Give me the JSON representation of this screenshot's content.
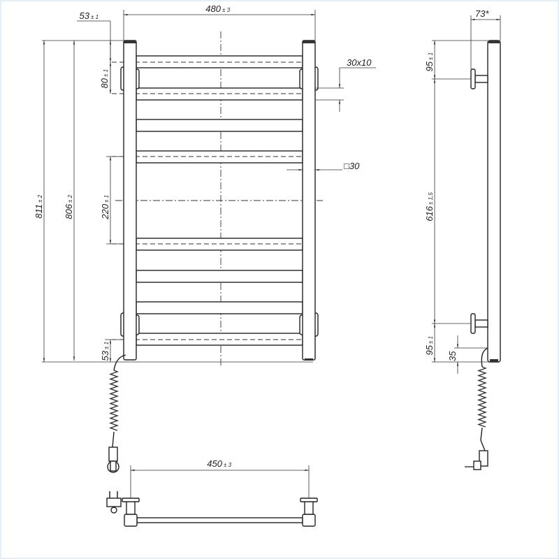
{
  "drawing": {
    "width_dim": {
      "value": "480",
      "tol": "± 3"
    },
    "top_offset_dim": {
      "value": "53",
      "tol": "± 1"
    },
    "rail_pitch_dim": {
      "value": "80",
      "tol": "± 1"
    },
    "overall_height_dim": {
      "value": "811",
      "tol": "± 2"
    },
    "post_height_dim": {
      "value": "806",
      "tol": "± 2"
    },
    "gap_dim": {
      "value": "220",
      "tol": "± 1"
    },
    "bottom_offset_dim": {
      "value": "53",
      "tol": "± 1"
    },
    "rail_profile_label": "30x10",
    "post_profile_label": "□30",
    "depth_dim": {
      "value": "73*"
    },
    "side_top_dim": {
      "value": "95",
      "tol": "± 1"
    },
    "mount_spacing_dim": {
      "value": "616",
      "tol": "± 1,5"
    },
    "side_bottom_dim": {
      "value": "95",
      "tol": "± 1"
    },
    "cable_offset_dim": {
      "value": "35"
    },
    "mount_width_dim": {
      "value": "450",
      "tol": "± 3"
    }
  }
}
